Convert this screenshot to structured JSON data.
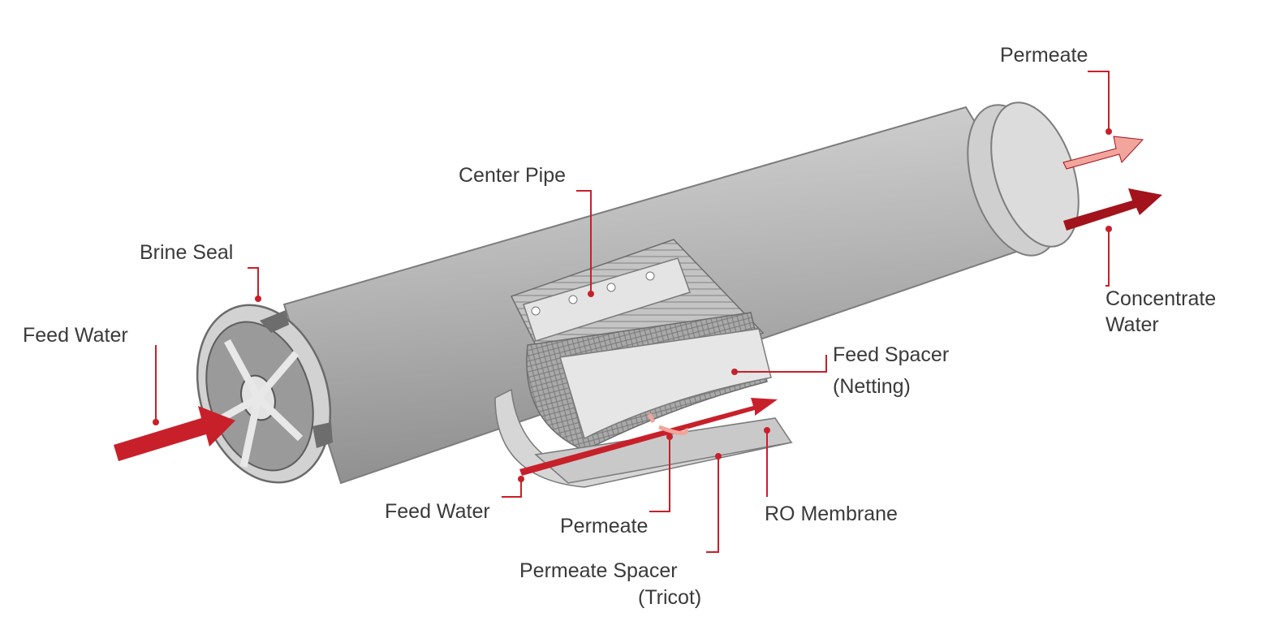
{
  "labels": {
    "feed_water_inlet": "Feed Water",
    "brine_seal": "Brine Seal",
    "center_pipe": "Center Pipe",
    "permeate_outlet": "Permeate",
    "concentrate_water_line1": "Concentrate",
    "concentrate_water_line2": "Water",
    "feed_spacer_line1": "Feed Spacer",
    "feed_spacer_line2": "(Netting)",
    "feed_water_sheet": "Feed Water",
    "permeate_sheet": "Permeate",
    "ro_membrane": "RO Membrane",
    "permeate_spacer_line1": "Permeate Spacer",
    "permeate_spacer_line2": "(Tricot)"
  },
  "colors": {
    "leader_line": "#c8202a",
    "feed_arrow": "#c8202a",
    "concentrate_arrow": "#a3131b",
    "permeate_arrow": "#f2a59c",
    "housing": "#bdbdbd",
    "text": "#3a3a3a"
  }
}
